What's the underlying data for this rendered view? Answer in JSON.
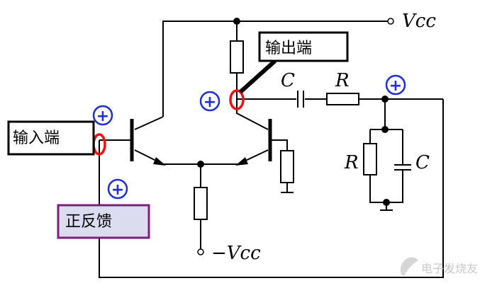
{
  "labels": {
    "vcc": "Vcc",
    "neg_vcc": "−Vcc",
    "cap_top": "C",
    "res_top": "R",
    "res_right": "R",
    "cap_right": "C"
  },
  "callouts": {
    "output": "输出端",
    "input": "输入端",
    "feedback": "正反馈"
  },
  "plus_sign": "+",
  "watermark": "电子发烧友",
  "colors": {
    "highlight": "#e11111",
    "plus": "#1f2fd0",
    "feedback_border": "#7a1f7a"
  }
}
